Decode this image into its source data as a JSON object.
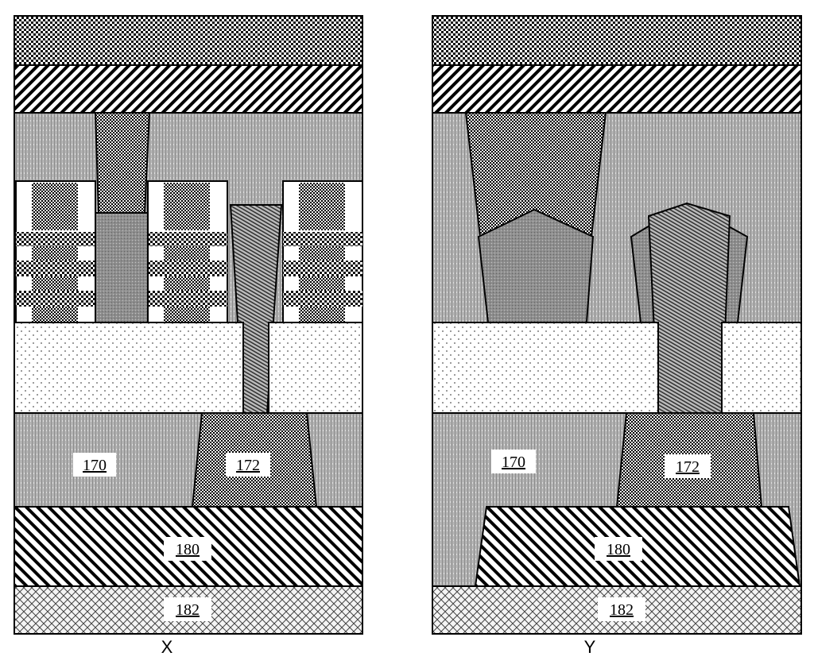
{
  "views": {
    "x": {
      "caption": "X"
    },
    "y": {
      "caption": "Y"
    }
  },
  "labels": {
    "l170": "170",
    "l172": "172",
    "l180": "180",
    "l182": "182"
  }
}
